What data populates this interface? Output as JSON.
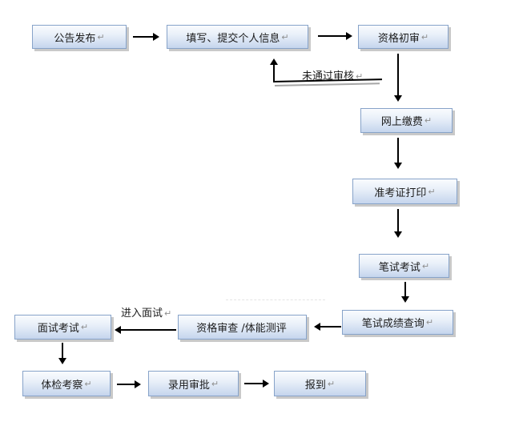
{
  "diagram": {
    "type": "flowchart",
    "background_color": "#ffffff",
    "node_border_color": "#87a3c9",
    "node_fill_top": "#f9fbfe",
    "node_fill_bottom": "#c5d5ed",
    "node_shadow_color": "#c9c9c9",
    "arrow_color": "#000000",
    "text_color": "#1c1c1c",
    "pilcrow_mark": "↵",
    "nodes": [
      {
        "id": "announcement",
        "label": "公告发布",
        "pilcrow": "↵"
      },
      {
        "id": "fill-submit-info",
        "label": "填写、提交个人信息",
        "pilcrow": "↵"
      },
      {
        "id": "preliminary-review",
        "label": "资格初审",
        "pilcrow": "↵"
      },
      {
        "id": "online-payment",
        "label": "网上缴费",
        "pilcrow": "↵"
      },
      {
        "id": "admission-ticket-print",
        "label": "准考证打印",
        "pilcrow": "↵"
      },
      {
        "id": "written-exam",
        "label": "笔试考试",
        "pilcrow": "↵"
      },
      {
        "id": "written-exam-score-query",
        "label": "笔试成绩查询",
        "pilcrow": "↵"
      },
      {
        "id": "qualification-physical-test",
        "label": "资格审查 /体能测评",
        "pilcrow": ""
      },
      {
        "id": "interview-exam",
        "label": "面试考试",
        "pilcrow": "↵"
      },
      {
        "id": "physical-check-inspection",
        "label": "体检考察",
        "pilcrow": "↵"
      },
      {
        "id": "employment-approval",
        "label": "录用审批",
        "pilcrow": "↵"
      },
      {
        "id": "report-for-duty",
        "label": "报到",
        "pilcrow": "↵"
      }
    ],
    "edges": [
      {
        "from": "announcement",
        "to": "fill-submit-info",
        "label": ""
      },
      {
        "from": "fill-submit-info",
        "to": "preliminary-review",
        "label": ""
      },
      {
        "from": "preliminary-review",
        "to": "online-payment",
        "label": ""
      },
      {
        "from": "preliminary-review",
        "to": "fill-submit-info",
        "label": "未通过审核",
        "label_pilcrow": "↵"
      },
      {
        "from": "online-payment",
        "to": "admission-ticket-print",
        "label": ""
      },
      {
        "from": "admission-ticket-print",
        "to": "written-exam",
        "label": ""
      },
      {
        "from": "written-exam",
        "to": "written-exam-score-query",
        "label": ""
      },
      {
        "from": "written-exam-score-query",
        "to": "qualification-physical-test",
        "label": ""
      },
      {
        "from": "qualification-physical-test",
        "to": "interview-exam",
        "label": "进入面试",
        "label_pilcrow": "↵"
      },
      {
        "from": "interview-exam",
        "to": "physical-check-inspection",
        "label": ""
      },
      {
        "from": "physical-check-inspection",
        "to": "employment-approval",
        "label": ""
      },
      {
        "from": "employment-approval",
        "to": "report-for-duty",
        "label": ""
      }
    ]
  }
}
